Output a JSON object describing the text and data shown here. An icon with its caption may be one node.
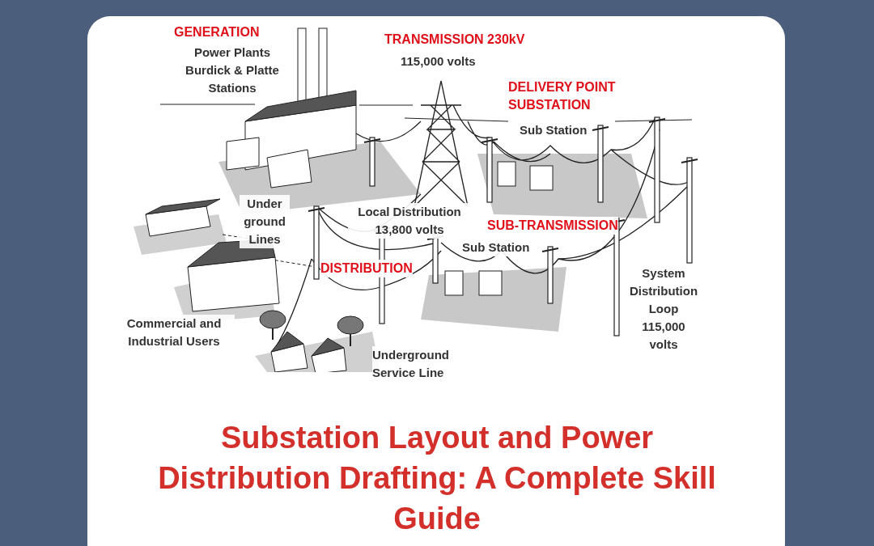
{
  "diagram": {
    "title": "Substation Layout and Power Distribution Drafting: A Complete Skill Guide",
    "labels": [
      "GENERATION",
      "Power Plants Burdick & Platte Stations",
      "TRANSMISSION 230kV",
      "115,000 volts",
      "DELIVERY POINT SUBSTATION",
      "Sub Station",
      "Under ground Lines",
      "Local Distribution 13,800 volts",
      "SUB-TRANSMISSION",
      "Sub Station",
      "DISTRIBUTION",
      "Commercial and Industrial Users",
      "System Distribution Loop 115,000 volts",
      "Underground Service Line"
    ]
  }
}
